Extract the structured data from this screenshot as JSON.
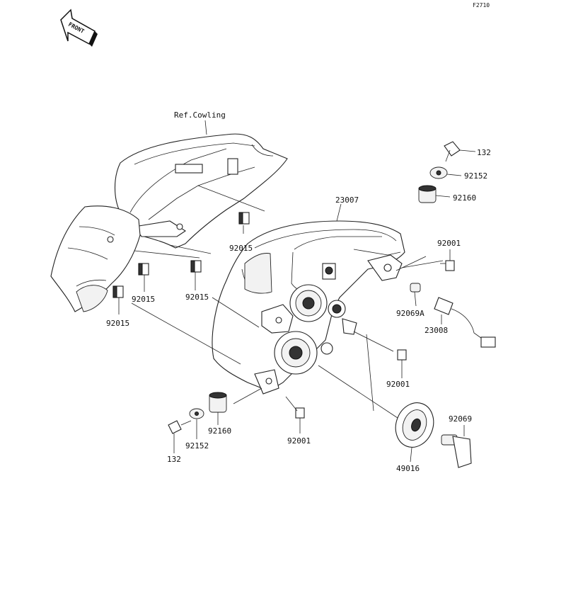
{
  "figure_code": "F2710",
  "front_label": "FRONT",
  "ref_label": "Ref.Cowling",
  "callouts": [
    {
      "key": "c132_top",
      "text": "132"
    },
    {
      "key": "c92152_top",
      "text": "92152"
    },
    {
      "key": "c92160_top",
      "text": "92160"
    },
    {
      "key": "c23007",
      "text": "23007"
    },
    {
      "key": "c92001_r",
      "text": "92001"
    },
    {
      "key": "c92069A",
      "text": "92069A"
    },
    {
      "key": "c23008",
      "text": "23008"
    },
    {
      "key": "c92015_a",
      "text": "92015"
    },
    {
      "key": "c92015_b",
      "text": "92015"
    },
    {
      "key": "c92015_c",
      "text": "92015"
    },
    {
      "key": "c92015_d",
      "text": "92015"
    },
    {
      "key": "c92001_m",
      "text": "92001"
    },
    {
      "key": "c92001_b",
      "text": "92001"
    },
    {
      "key": "c92069",
      "text": "92069"
    },
    {
      "key": "c49016",
      "text": "49016"
    },
    {
      "key": "c92160_b",
      "text": "92160"
    },
    {
      "key": "c92152_b",
      "text": "92152"
    },
    {
      "key": "c132_b",
      "text": "132"
    }
  ]
}
